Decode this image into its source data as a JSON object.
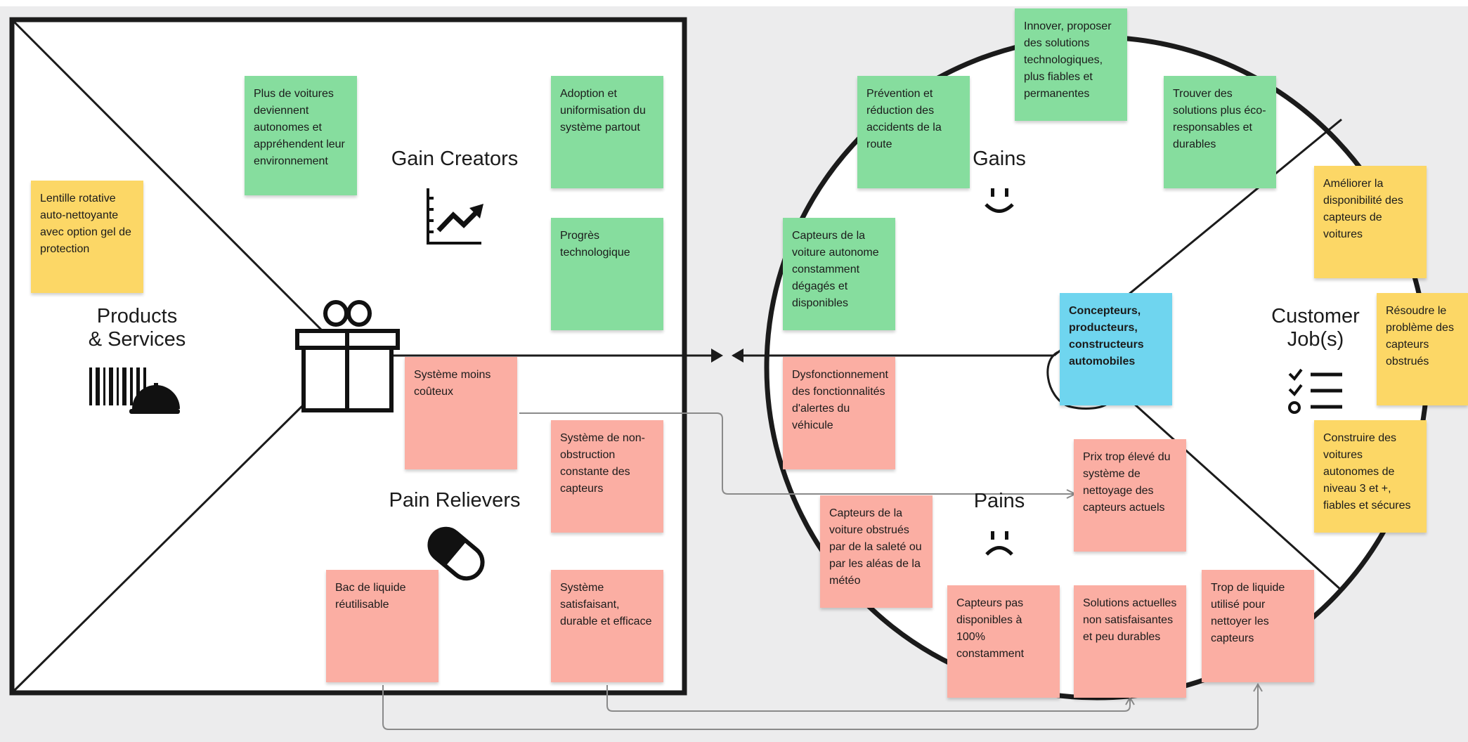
{
  "value_map": {
    "products_title": "Products\n& Services",
    "gain_creators_title": "Gain Creators",
    "pain_relievers_title": "Pain Relievers",
    "notes": {
      "products_1": "Lentille rotative auto-nettoyante avec option gel de protection",
      "gc_1": "Plus de voitures deviennent autonomes et appréhendent leur environnement",
      "gc_2": "Adoption et uniformisation du système partout",
      "gc_3": "Progrès technologique",
      "pr_1": "Système moins coûteux",
      "pr_2": "Système de non-obstruction constante des capteurs",
      "pr_3": "Bac de liquide réutilisable",
      "pr_4": "Système satisfaisant, durable et efficace"
    }
  },
  "customer_profile": {
    "gains_title": "Gains",
    "pains_title": "Pains",
    "jobs_title": "Customer\nJob(s)",
    "notes": {
      "gain_1": "Innover, proposer des solutions technologiques, plus fiables et permanentes",
      "gain_2": "Prévention et réduction des accidents de la route",
      "gain_3": "Trouver des solutions plus éco-responsables et durables",
      "gain_4": "Capteurs de la voiture autonome constamment dégagés et disponibles",
      "segment": "Concepteurs, producteurs, constructeurs automobiles",
      "job_1": "Améliorer la disponibilité des capteurs de voitures",
      "job_2": "Résoudre le problème des capteurs obstrués",
      "job_3": "Construire des voitures autonomes de niveau 3 et +, fiables et sécures",
      "pain_1": "Dysfonctionnement des fonctionnalités d'alertes du véhicule",
      "pain_2": "Prix trop élevé du système de nettoyage des capteurs actuels",
      "pain_3": "Capteurs de la voiture obstrués par de la saleté ou par les aléas de la météo",
      "pain_4": "Capteurs pas disponibles à 100% constamment",
      "pain_5": "Solutions actuelles non satisfaisantes et peu durables",
      "pain_6": "Trop de liquide utilisé pour nettoyer les capteurs"
    }
  },
  "colors": {
    "gain_note": "#86dd9e",
    "product_note": "#fcd766",
    "pain_note": "#fbaea3",
    "segment_note": "#6fd5ef",
    "background": "#ececed",
    "lines": "#1b1b1b",
    "connector": "#8a8a8a"
  },
  "icons": [
    "gift-icon",
    "barcode-bell-icon",
    "growth-chart-icon",
    "pill-icon",
    "smile-icon",
    "frown-icon",
    "checklist-icon"
  ]
}
